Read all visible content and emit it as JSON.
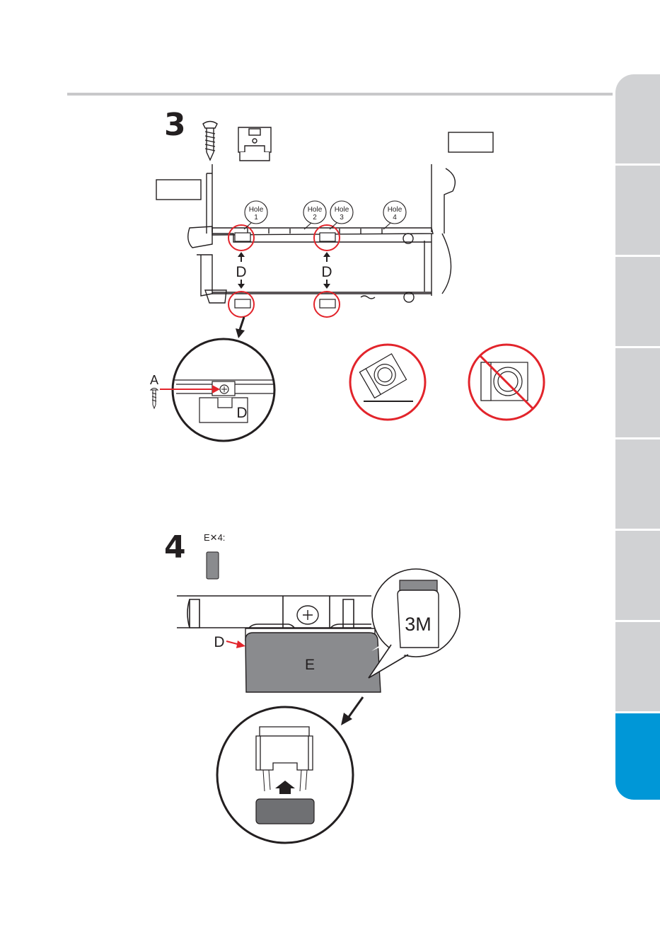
{
  "steps": [
    {
      "number": "3",
      "callouts": {
        "hole_prefix": "Hole",
        "holes": [
          "1",
          "2",
          "3",
          "4"
        ],
        "part_d": "D",
        "part_a": "A"
      }
    },
    {
      "number": "4",
      "part_count": "E✕4:",
      "callouts": {
        "part_d": "D",
        "part_e": "E",
        "tape_label": "3M"
      }
    }
  ],
  "side_tabs": {
    "count": 8,
    "active_index": 7,
    "colors": {
      "inactive": "#d1d2d4",
      "active": "#0097d7"
    }
  },
  "colors": {
    "highlight_red": "#e2242b",
    "line": "#231f20",
    "grey_part": "#8a8b8e"
  }
}
